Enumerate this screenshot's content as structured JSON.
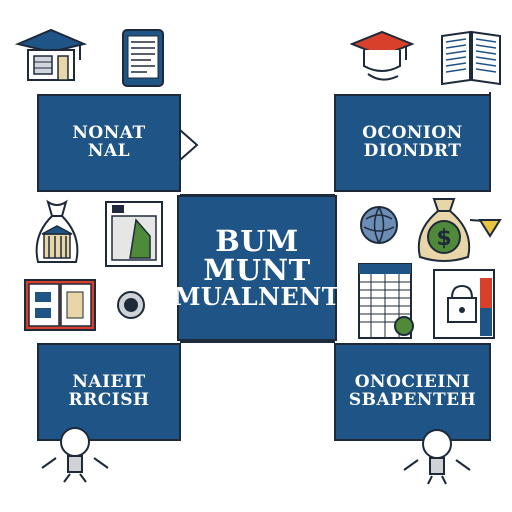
{
  "colors": {
    "box_fill": "#1f5487",
    "outline": "#1e2a3a",
    "accent_red": "#d9402b",
    "accent_green": "#4f8a3a",
    "tan": "#e8d6a8"
  },
  "boxes": {
    "top_left": {
      "line1": "NONAT",
      "line2": "NAL"
    },
    "top_right": {
      "line1": "OCONION",
      "line2": "DIONDRT"
    },
    "center": {
      "line1": "BUM",
      "line2": "MUNT",
      "line3": "MUALNENT"
    },
    "bottom_left": {
      "line1": "NAIEIT",
      "line2": "RRCISH"
    },
    "bottom_right": {
      "line1": "ONOCIEINI",
      "line2": "SBAPENTEH"
    }
  },
  "icons": [
    "graduation-house-icon",
    "tablet-document-icon",
    "graduation-cap-icon",
    "open-book-icon",
    "money-bag-building-icon",
    "framed-picture-icon",
    "open-ledger-icon",
    "coin-icon",
    "globe-icon",
    "dollar-bag-icon",
    "pen-nib-icon",
    "spreadsheet-icon",
    "clipboard-lock-icon",
    "lightbulb-left-icon",
    "lightbulb-right-icon"
  ]
}
